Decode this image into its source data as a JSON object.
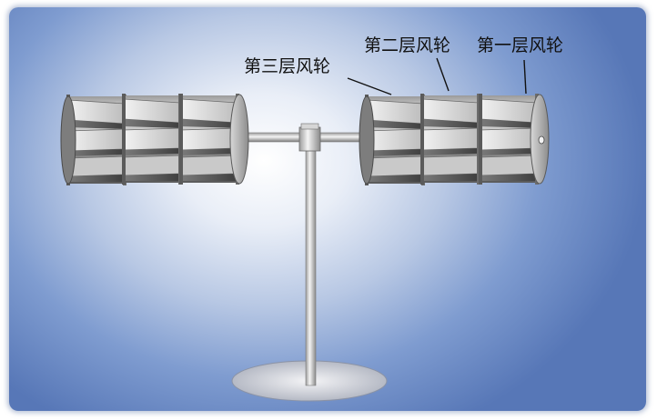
{
  "labels": {
    "layer1": "第一层风轮",
    "layer2": "第二层风轮",
    "layer3": "第三层风轮"
  },
  "colors": {
    "background_center": "#ffffff",
    "background_edge": "#5777b7",
    "metal_light": "#e6e6e6",
    "metal_dark": "#4a4a4a"
  }
}
